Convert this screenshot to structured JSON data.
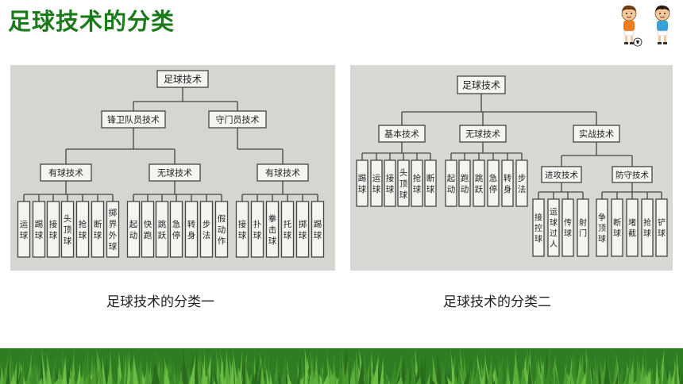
{
  "colors": {
    "title": "#1a7a1a",
    "photo_bg_1": "#d6d5d1",
    "photo_bg_2": "#d9d8d4",
    "grass_dark": "#2f7d22",
    "grass_light": "#5cae3b"
  },
  "slide": {
    "title": "足球技术的分类"
  },
  "figures": [
    {
      "caption": "足球技术的分类一",
      "root": "足球技术",
      "groups": [
        {
          "label": "锋卫队员技术"
        },
        {
          "label": "守门员技术"
        }
      ],
      "subgroups": [
        {
          "label": "有球技术",
          "leaves": [
            "运球",
            "踢球",
            "接球",
            "头顶球",
            "抢球",
            "断球",
            "掷界外球"
          ]
        },
        {
          "label": "无球技术",
          "leaves": [
            "起动",
            "快跑",
            "跳跃",
            "急停",
            "转身",
            "步法",
            "假动作"
          ]
        },
        {
          "label": "有球技术",
          "leaves": [
            "接球",
            "扑球",
            "拳击球",
            "托球",
            "掷球",
            "踢球"
          ]
        }
      ]
    },
    {
      "caption": "足球技术的分类二",
      "root": "足球技术",
      "groups": [
        {
          "label": "基本技术",
          "leaves": [
            "踢球",
            "运球",
            "接球",
            "头顶球",
            "抢球",
            "断球"
          ]
        },
        {
          "label": "无球技术",
          "leaves": [
            "起动",
            "跑动",
            "跳跃",
            "急停",
            "转身",
            "步法"
          ]
        },
        {
          "label": "实战技术"
        }
      ],
      "subgroups": [
        {
          "label": "进攻技术",
          "leaves": [
            "接控球",
            "运球过人",
            "传球",
            "射门"
          ]
        },
        {
          "label": "防守技术",
          "leaves": [
            "争顶球",
            "断球",
            "堵截",
            "抢球",
            "铲球"
          ]
        }
      ]
    }
  ]
}
